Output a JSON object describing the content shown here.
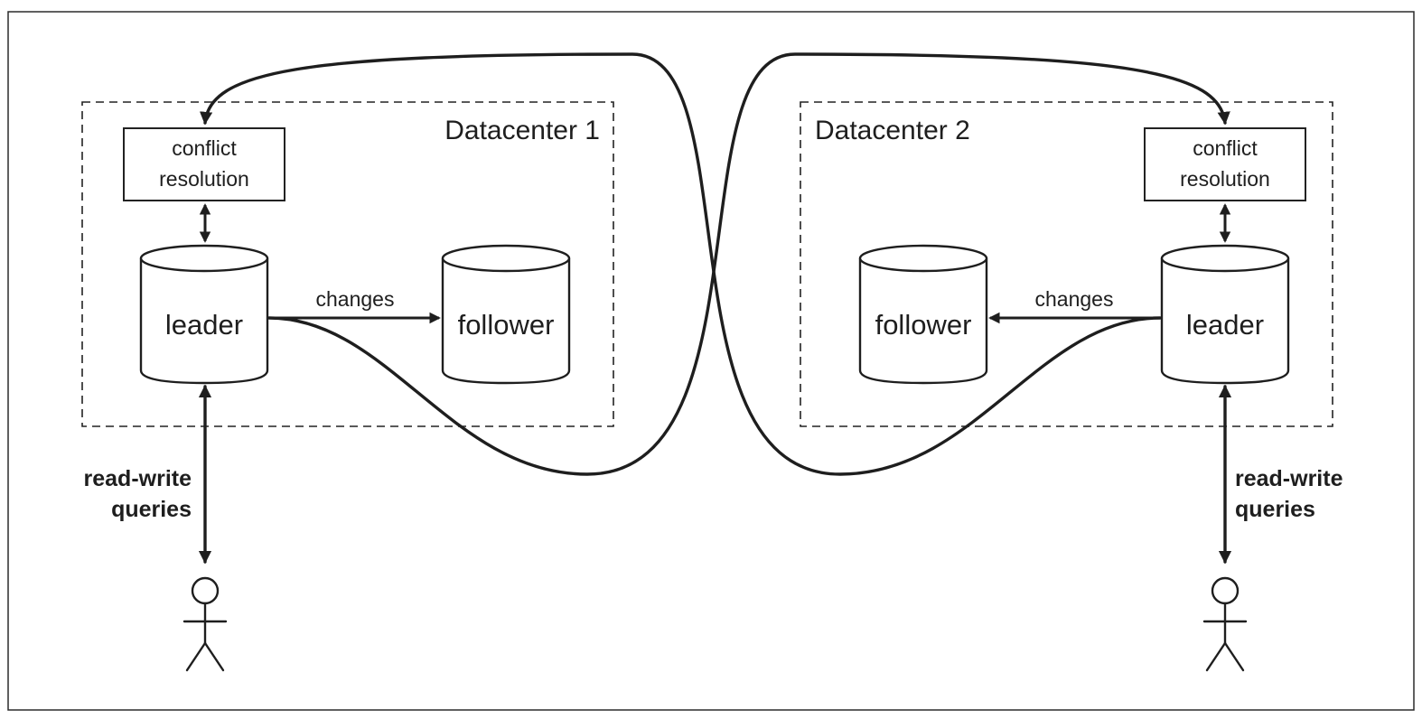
{
  "datacenters": [
    {
      "label": "Datacenter 1",
      "conflict_line1": "conflict",
      "conflict_line2": "resolution",
      "leader_label": "leader",
      "follower_label": "follower",
      "changes_label": "changes",
      "query_line1": "read-write",
      "query_line2": "queries"
    },
    {
      "label": "Datacenter 2",
      "conflict_line1": "conflict",
      "conflict_line2": "resolution",
      "leader_label": "leader",
      "follower_label": "follower",
      "changes_label": "changes",
      "query_line1": "read-write",
      "query_line2": "queries"
    }
  ],
  "colors": {
    "stroke": "#1e1e1e",
    "background": "#ffffff"
  }
}
